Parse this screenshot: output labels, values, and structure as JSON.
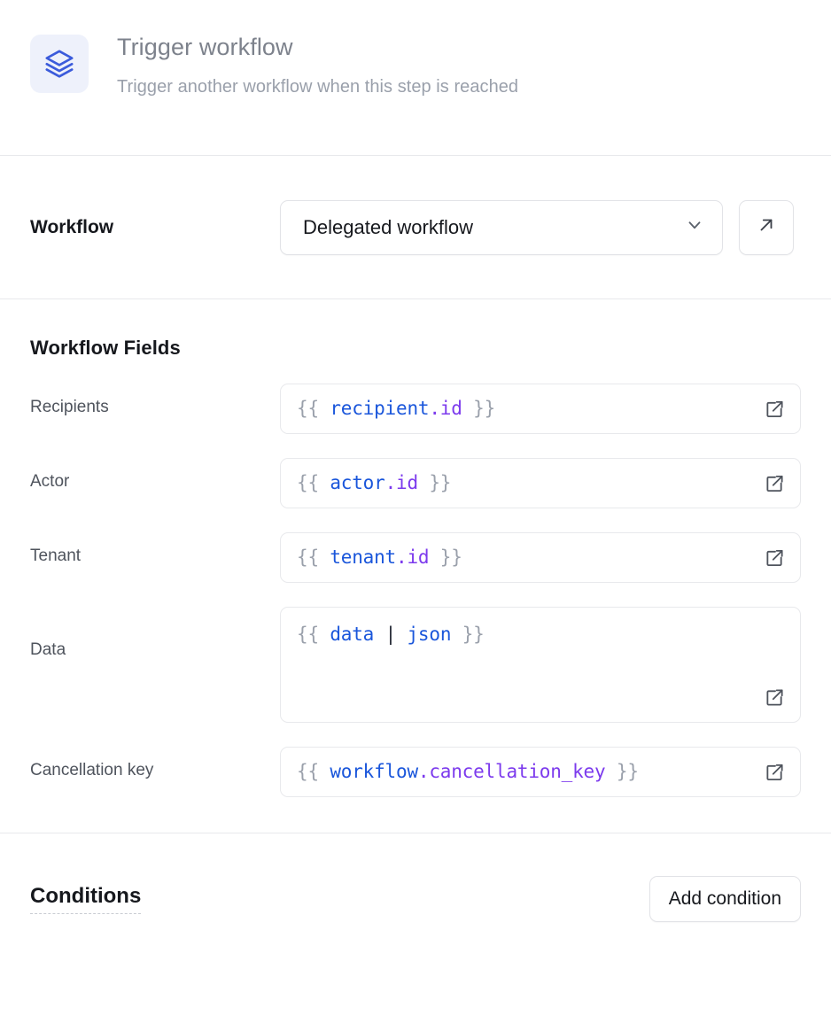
{
  "header": {
    "icon": "layers-icon",
    "title": "Trigger workflow",
    "subtitle": "Trigger another workflow when this step is reached",
    "icon_color": "#3b5bdb",
    "icon_bg": "#eef1fb"
  },
  "workflow_row": {
    "label": "Workflow",
    "select_value": "Delegated workflow",
    "select_chevron": "chevron-down-icon",
    "open_button_icon": "arrow-up-right-icon"
  },
  "fields_section": {
    "title": "Workflow Fields",
    "fields": [
      {
        "label": "Recipients",
        "multiline": false,
        "value": "{{ recipient.id }}",
        "tokens": [
          {
            "text": "{{ ",
            "type": "brace"
          },
          {
            "text": "recipient",
            "type": "var"
          },
          {
            "text": ".",
            "type": "dot"
          },
          {
            "text": "id",
            "type": "prop"
          },
          {
            "text": " }}",
            "type": "brace"
          }
        ],
        "expand_icon": "external-link-icon"
      },
      {
        "label": "Actor",
        "multiline": false,
        "value": "{{ actor.id }}",
        "tokens": [
          {
            "text": "{{ ",
            "type": "brace"
          },
          {
            "text": "actor",
            "type": "var"
          },
          {
            "text": ".",
            "type": "dot"
          },
          {
            "text": "id",
            "type": "prop"
          },
          {
            "text": " }}",
            "type": "brace"
          }
        ],
        "expand_icon": "external-link-icon"
      },
      {
        "label": "Tenant",
        "multiline": false,
        "value": "{{ tenant.id }}",
        "tokens": [
          {
            "text": "{{ ",
            "type": "brace"
          },
          {
            "text": "tenant",
            "type": "var"
          },
          {
            "text": ".",
            "type": "dot"
          },
          {
            "text": "id",
            "type": "prop"
          },
          {
            "text": " }}",
            "type": "brace"
          }
        ],
        "expand_icon": "external-link-icon"
      },
      {
        "label": "Data",
        "multiline": true,
        "value": "{{ data | json }}",
        "tokens": [
          {
            "text": "{{ ",
            "type": "brace"
          },
          {
            "text": "data",
            "type": "var"
          },
          {
            "text": " ",
            "type": "brace"
          },
          {
            "text": "|",
            "type": "pipe"
          },
          {
            "text": " ",
            "type": "brace"
          },
          {
            "text": "json",
            "type": "var"
          },
          {
            "text": " }}",
            "type": "brace"
          }
        ],
        "expand_icon": "external-link-icon"
      },
      {
        "label": "Cancellation key",
        "multiline": false,
        "value": "{{ workflow.cancellation_key }}",
        "tokens": [
          {
            "text": "{{ ",
            "type": "brace"
          },
          {
            "text": "workflow",
            "type": "var"
          },
          {
            "text": ".",
            "type": "dot"
          },
          {
            "text": "cancellation_key",
            "type": "prop"
          },
          {
            "text": " }}",
            "type": "brace"
          }
        ],
        "expand_icon": "external-link-icon"
      }
    ]
  },
  "conditions_section": {
    "title": "Conditions",
    "add_button_label": "Add condition"
  }
}
